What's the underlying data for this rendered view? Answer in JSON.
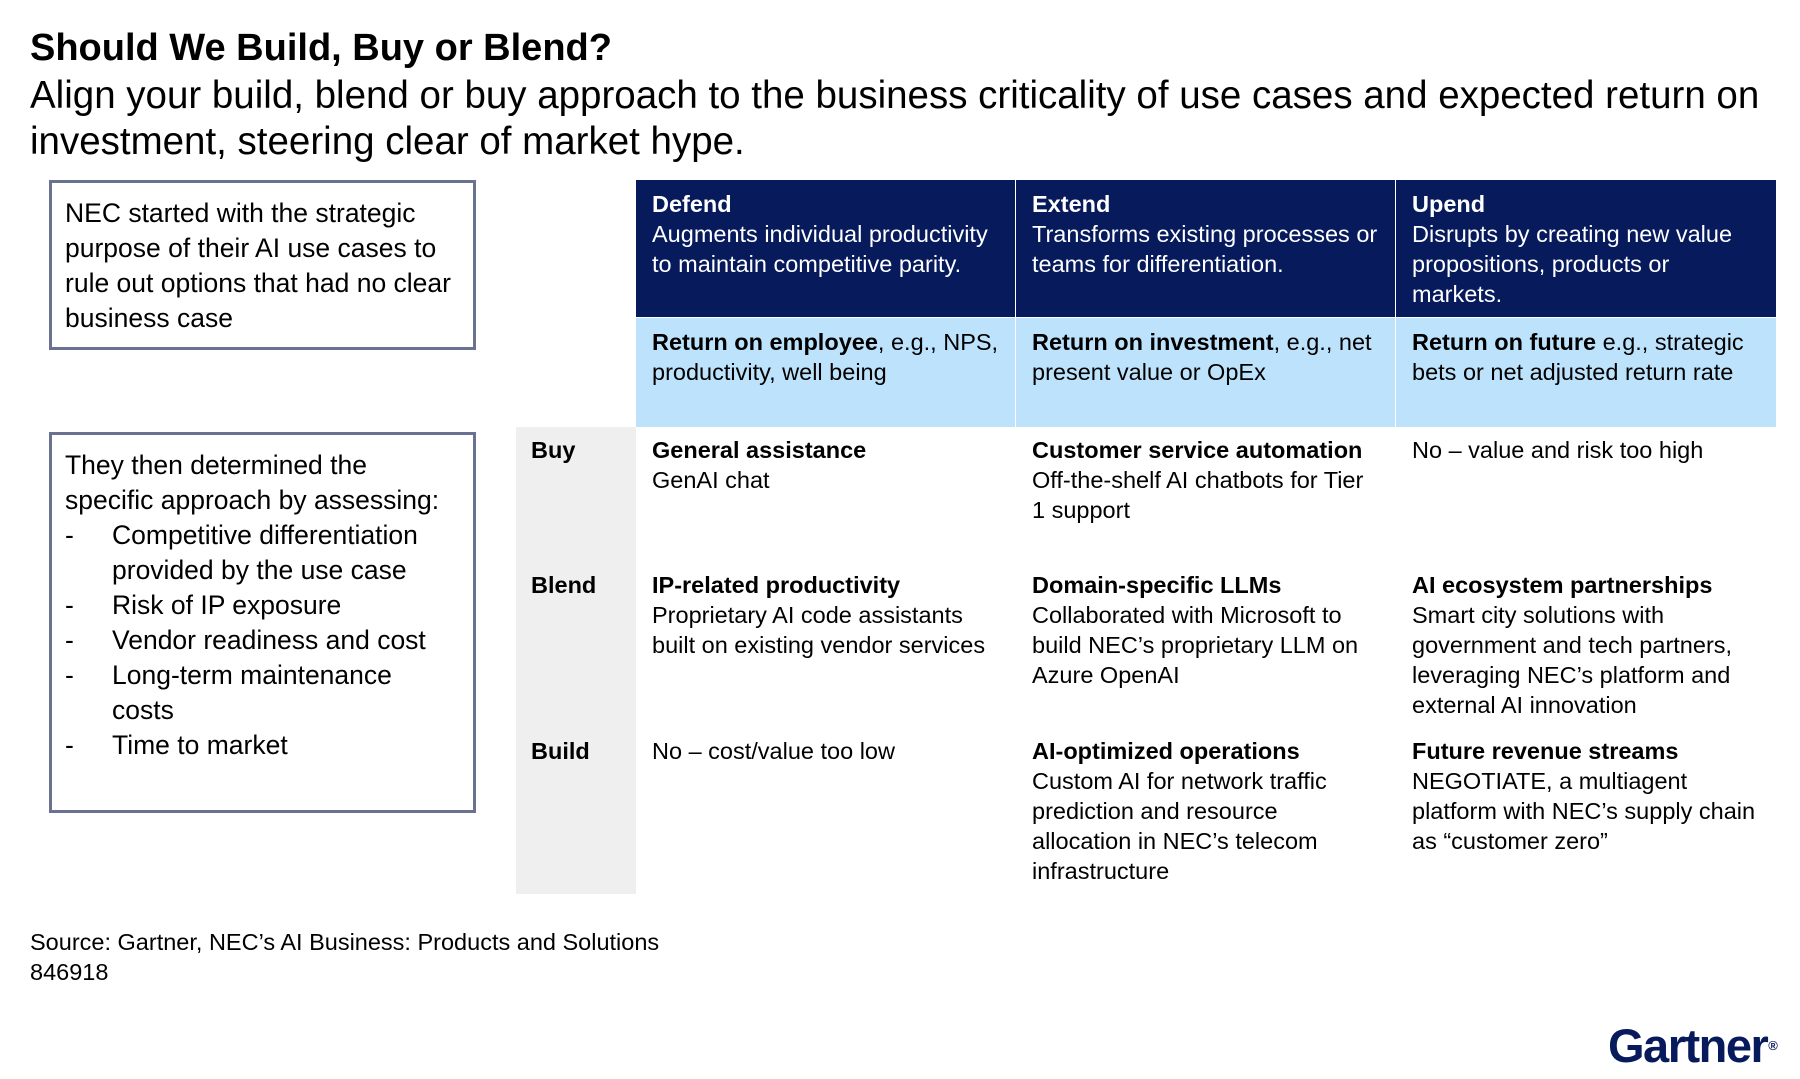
{
  "title": "Should We Build, Buy or Blend?",
  "subtitle": "Align your build, blend or buy approach to the business criticality of use cases and expected return on investment, steering clear of market hype.",
  "side_boxes": {
    "box1": "NEC started with the strategic purpose of their AI use cases to rule out options that had no clear business case",
    "box2": {
      "intro": "They then determined the specific approach by assessing:",
      "items": [
        "Competitive differentiation provided by the use case",
        "Risk of IP exposure",
        "Vendor readiness and cost",
        "Long-term maintenance costs",
        "Time to market"
      ]
    }
  },
  "columns": [
    {
      "title": "Defend",
      "description": "Augments individual productivity to maintain competitive parity.",
      "metric_bold": "Return on employee",
      "metric_rest": ", e.g., NPS, productivity, well being"
    },
    {
      "title": "Extend",
      "description": "Transforms existing processes or teams for differentiation.",
      "metric_bold": "Return on investment",
      "metric_rest": ", e.g., net present value or OpEx"
    },
    {
      "title": "Upend",
      "description": "Disrupts by creating new value propositions, products or markets.",
      "metric_bold": "Return on future",
      "metric_rest": " e.g., strategic bets or net adjusted return rate"
    }
  ],
  "rows": [
    {
      "label": "Buy",
      "cells": [
        {
          "title": "General assistance",
          "text": "GenAI chat"
        },
        {
          "title": "Customer service automation",
          "text": "Off-the-shelf AI chatbots for Tier 1 support"
        },
        {
          "title": "",
          "text": "No – value and risk too high"
        }
      ]
    },
    {
      "label": "Blend",
      "cells": [
        {
          "title": "IP-related productivity",
          "text": "Proprietary AI code assistants built on existing vendor services"
        },
        {
          "title": "Domain-specific LLMs",
          "text": "Collaborated with Microsoft to build NEC’s proprietary LLM on Azure OpenAI"
        },
        {
          "title": "AI ecosystem partnerships",
          "text": "Smart city solutions with government and tech partners, leveraging NEC’s platform and external AI innovation"
        }
      ]
    },
    {
      "label": "Build",
      "cells": [
        {
          "title": "",
          "text": "No – cost/value too low"
        },
        {
          "title": "AI-optimized operations",
          "text": "Custom AI for network traffic prediction and resource allocation in NEC’s telecom infrastructure"
        },
        {
          "title": "Future revenue streams",
          "text": "NEGOTIATE, a multiagent platform with NEC’s supply chain as “customer zero”"
        }
      ]
    }
  ],
  "source": "Source: Gartner, NEC’s AI Business: Products and Solutions",
  "doc_id": "846918",
  "logo": "Gartner",
  "colors": {
    "header_navy": "#061a5c",
    "subheader_blue": "#bde2fc",
    "row_label_gray": "#efefef",
    "box_border": "#6b7190"
  }
}
